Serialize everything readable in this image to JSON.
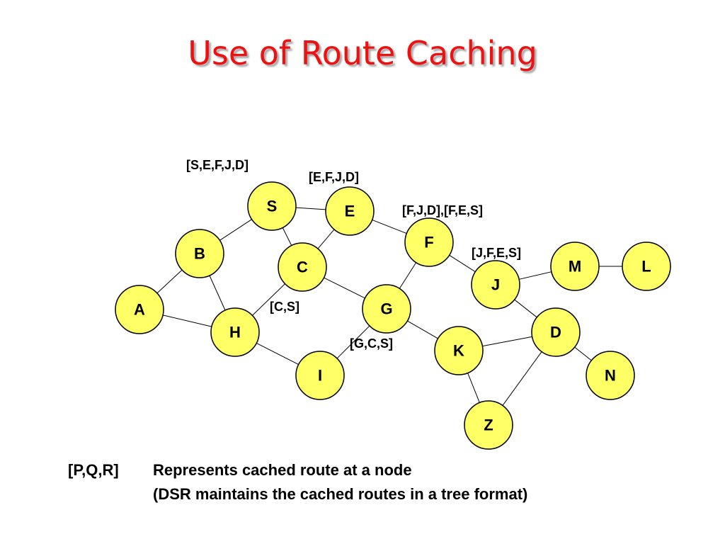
{
  "title": "Use of Route Caching",
  "nodes": [
    {
      "id": "S",
      "label": "S"
    },
    {
      "id": "E",
      "label": "E"
    },
    {
      "id": "F",
      "label": "F"
    },
    {
      "id": "B",
      "label": "B"
    },
    {
      "id": "C",
      "label": "C"
    },
    {
      "id": "M",
      "label": "M"
    },
    {
      "id": "L",
      "label": "L"
    },
    {
      "id": "J",
      "label": "J"
    },
    {
      "id": "A",
      "label": "A"
    },
    {
      "id": "G",
      "label": "G"
    },
    {
      "id": "H",
      "label": "H"
    },
    {
      "id": "D",
      "label": "D"
    },
    {
      "id": "K",
      "label": "K"
    },
    {
      "id": "I",
      "label": "I"
    },
    {
      "id": "N",
      "label": "N"
    },
    {
      "id": "Z",
      "label": "Z"
    }
  ],
  "edges": [
    [
      "S",
      "E"
    ],
    [
      "S",
      "B"
    ],
    [
      "S",
      "C"
    ],
    [
      "E",
      "C"
    ],
    [
      "E",
      "F"
    ],
    [
      "B",
      "A"
    ],
    [
      "B",
      "H"
    ],
    [
      "A",
      "H"
    ],
    [
      "C",
      "H"
    ],
    [
      "C",
      "G"
    ],
    [
      "F",
      "G"
    ],
    [
      "F",
      "J"
    ],
    [
      "J",
      "M"
    ],
    [
      "M",
      "L"
    ],
    [
      "J",
      "D"
    ],
    [
      "G",
      "I"
    ],
    [
      "G",
      "K"
    ],
    [
      "H",
      "I"
    ],
    [
      "K",
      "D"
    ],
    [
      "K",
      "Z"
    ],
    [
      "D",
      "Z"
    ],
    [
      "D",
      "N"
    ]
  ],
  "caches": [
    {
      "node": "S",
      "text": "[S,E,F,J,D]"
    },
    {
      "node": "E",
      "text": "[E,F,J,D]"
    },
    {
      "node": "F",
      "text": "[F,J,D],[F,E,S]"
    },
    {
      "node": "J",
      "text": "[J,F,E,S]"
    },
    {
      "node": "C",
      "text": "[C,S]"
    },
    {
      "node": "G",
      "text": "[G,C,S]"
    }
  ],
  "legend": {
    "symbol": "[P,Q,R]",
    "line1": "Represents cached route at a node",
    "line2": "(DSR maintains the cached routes in a tree format)"
  }
}
